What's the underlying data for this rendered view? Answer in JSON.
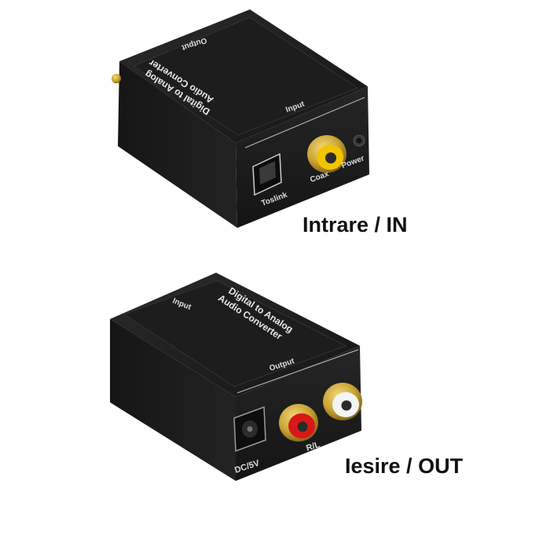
{
  "captions": {
    "input_caption": "Intrare / IN",
    "output_caption": "Iesire / OUT"
  },
  "device_top": {
    "name_line1": "Digital to Analog",
    "name_line2": "Audio Converter",
    "rear_label": "Output",
    "section_label": "Input",
    "toslink_label": "Toslink",
    "coax_label": "Coax",
    "power_label": "Power"
  },
  "device_bottom": {
    "name_line1": "Digital to Analog",
    "name_line2": "Audio Converter",
    "rear_label": "Input",
    "section_label": "Output",
    "power_label": "DC/5V",
    "rl_label": "R/L"
  },
  "colors": {
    "body": "#1c1c1c",
    "body_side": "#262626",
    "body_top": "#202020",
    "gold": "#c9a233",
    "yellow_insulator": "#f2c400",
    "red_insulator": "#d81818",
    "white_insulator": "#f4f4f4"
  }
}
